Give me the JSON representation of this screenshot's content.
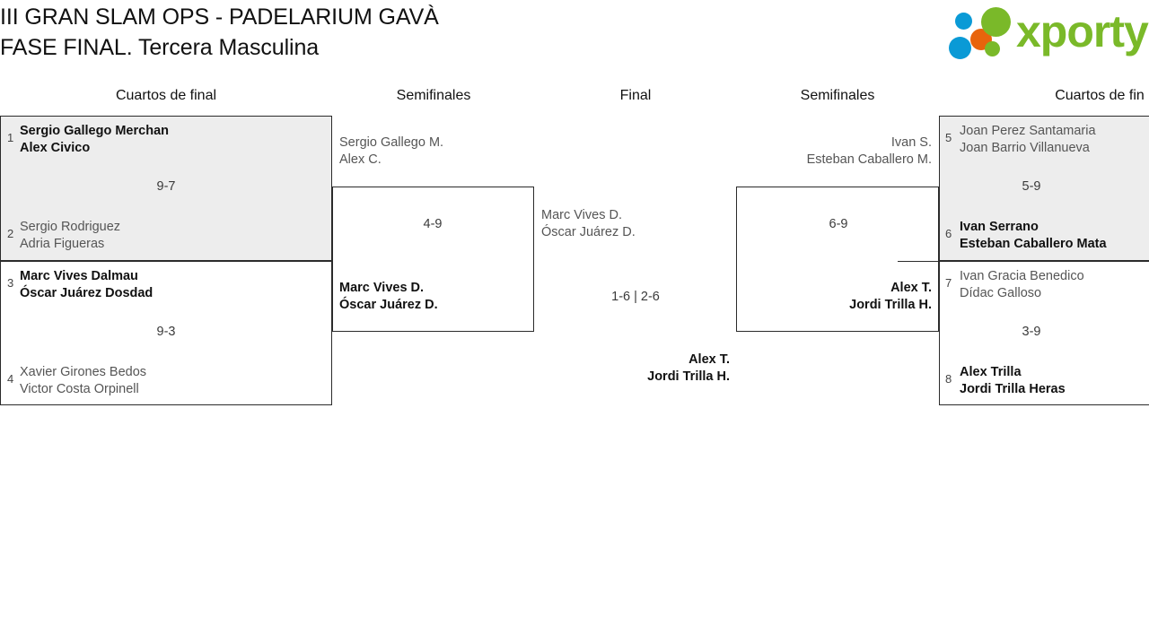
{
  "header": {
    "title_line1": "III GRAN SLAM OPS - PADELARIUM GAVÀ",
    "title_line2": "FASE FINAL. Tercera Masculina",
    "logo_word": "xporty",
    "logo_colors": {
      "green": "#7ab929",
      "blue": "#0a9ad6",
      "orange": "#e8640c"
    }
  },
  "rounds": [
    {
      "label": "Cuartos de final"
    },
    {
      "label": "Semifinales"
    },
    {
      "label": "Final"
    },
    {
      "label": "Semifinales"
    },
    {
      "label": "Cuartos de fin"
    }
  ],
  "bracket": {
    "left_quarters": [
      {
        "score": "9-7",
        "shaded": true,
        "top": {
          "seed": "1",
          "player1": "Sergio Gallego Merchan",
          "player2": "Alex Civico",
          "result": "winner"
        },
        "bottom": {
          "seed": "2",
          "player1": "Sergio Rodriguez",
          "player2": "Adria Figueras",
          "result": "loser"
        }
      },
      {
        "score": "9-3",
        "shaded": false,
        "top": {
          "seed": "3",
          "player1": "Marc Vives Dalmau",
          "player2": "Óscar Juárez Dosdad",
          "result": "winner"
        },
        "bottom": {
          "seed": "4",
          "player1": "Xavier Girones Bedos",
          "player2": "Victor Costa Orpinell",
          "result": "loser"
        }
      }
    ],
    "left_semifinal": {
      "score": "4-9",
      "top": {
        "player1": "Sergio Gallego M.",
        "player2": "Alex C.",
        "result": "loser"
      },
      "bottom": {
        "player1": "Marc Vives D.",
        "player2": "Óscar Juárez D.",
        "result": "winner"
      }
    },
    "final": {
      "score": "1-6 | 2-6",
      "left": {
        "player1": "Marc Vives D.",
        "player2": "Óscar Juárez D.",
        "result": "loser"
      },
      "right": {
        "player1": "Alex T.",
        "player2": "Jordi Trilla H.",
        "result": "winner"
      }
    },
    "right_semifinal": {
      "score": "6-9",
      "top": {
        "player1": "Ivan S.",
        "player2": "Esteban Caballero M.",
        "result": "loser"
      },
      "bottom": {
        "player1": "Alex T.",
        "player2": "Jordi Trilla H.",
        "result": "winner"
      }
    },
    "right_quarters": [
      {
        "score": "5-9",
        "shaded": true,
        "top": {
          "seed": "5",
          "player1": "Joan Perez Santamaria",
          "player2": "Joan Barrio Villanueva",
          "result": "loser"
        },
        "bottom": {
          "seed": "6",
          "player1": "Ivan Serrano",
          "player2": "Esteban Caballero Mata",
          "result": "winner"
        }
      },
      {
        "score": "3-9",
        "shaded": false,
        "top": {
          "seed": "7",
          "player1": "Ivan Gracia Benedico",
          "player2": "Dídac Galloso",
          "result": "loser"
        },
        "bottom": {
          "seed": "8",
          "player1": "Alex Trilla",
          "player2": "Jordi Trilla Heras",
          "result": "winner"
        }
      }
    ]
  }
}
